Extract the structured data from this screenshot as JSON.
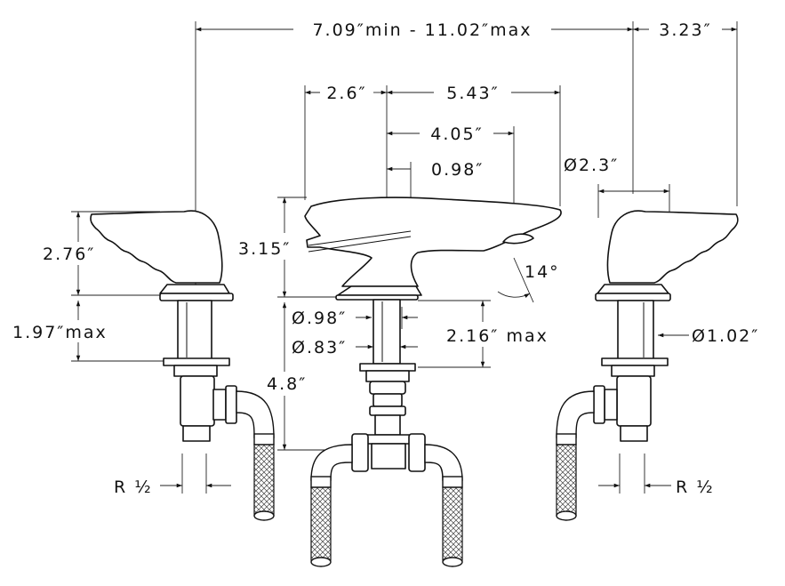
{
  "diagram": {
    "labels": {
      "overall_width": "7.09″min - 11.02″max",
      "spout_to_handle": "3.23″",
      "spout_back": "2.6″",
      "spout_reach": "5.43″",
      "spout_outlet": "4.05″",
      "spout_offset": "0.98″",
      "handle_diameter": "Ø2.3″",
      "spout_height": "3.15″",
      "outlet_angle": "14°",
      "handle_height": "2.76″",
      "handle_deck_max": "1.97″max",
      "shank_outer": "Ø.98″",
      "shank_inner": "Ø.83″",
      "spout_deck_max": "2.16″ max",
      "deck_thickness": "4.8″",
      "shank_right": "Ø1.02″",
      "thread_left": "R ½",
      "thread_right": "R ½"
    }
  }
}
